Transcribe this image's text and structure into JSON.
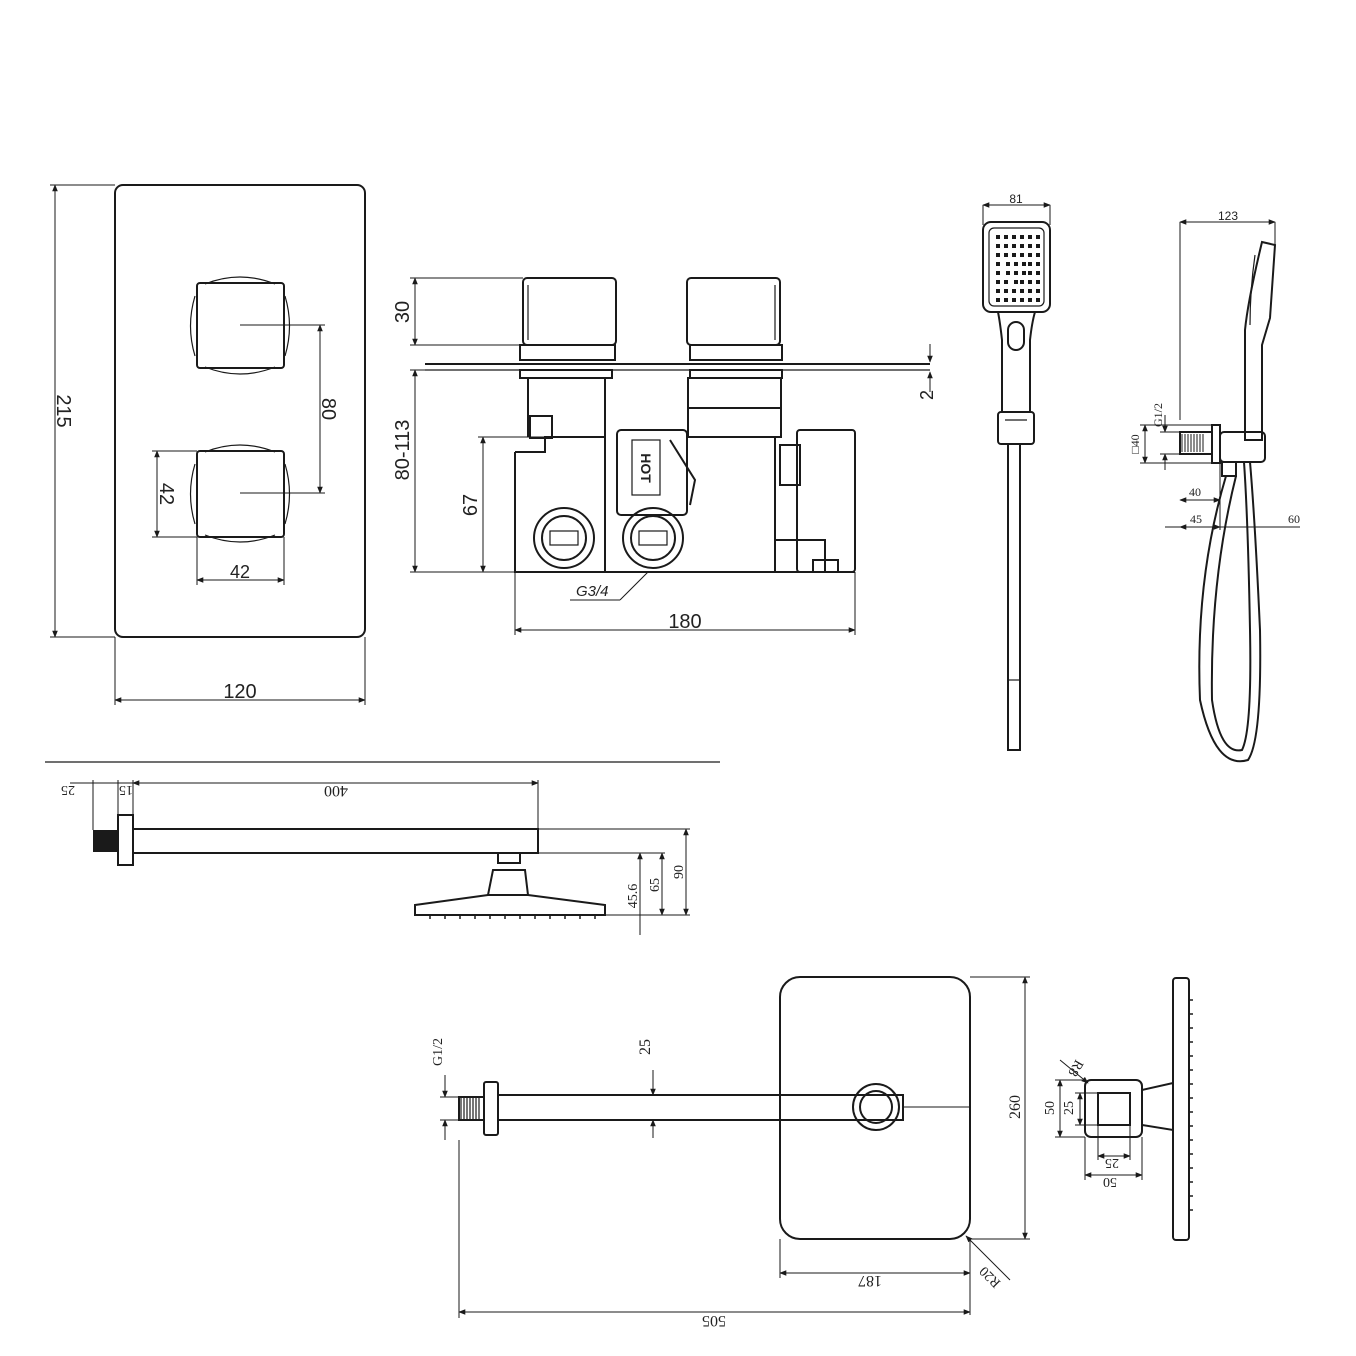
{
  "colors": {
    "line": "#1a1a1a",
    "background": "#ffffff",
    "hatch": "#1a1a1a"
  },
  "valve_front": {
    "height": "215",
    "width": "120",
    "knob_spacing": "80",
    "knob_height": "42",
    "knob_width": "42"
  },
  "valve_side": {
    "knob_depth": "30",
    "plate_thickness": "2",
    "body_depth": "80-113",
    "inlet_height": "67",
    "body_width": "180",
    "thread": "G3/4",
    "hot_label": "HOT"
  },
  "handset_front": {
    "width": "81"
  },
  "handset_side": {
    "depth": "123",
    "thread": "G1/2",
    "square": "□40",
    "bracket_depth": "40",
    "offset_a": "45",
    "offset_b": "60"
  },
  "arm_side": {
    "flange_a": "25",
    "flange_b": "15",
    "arm_length": "400",
    "drop_1": "45.6",
    "drop_2": "65",
    "drop_3": "90"
  },
  "arm_top": {
    "thread": "G1/2",
    "arm_width": "25",
    "head_length": "260",
    "head_width": "187",
    "corner_radius": "R20",
    "overall_length": "505"
  },
  "head_side": {
    "radius": "R8",
    "outer": "50",
    "inner": "25",
    "bottom_inner": "25",
    "bottom_outer": "50"
  }
}
